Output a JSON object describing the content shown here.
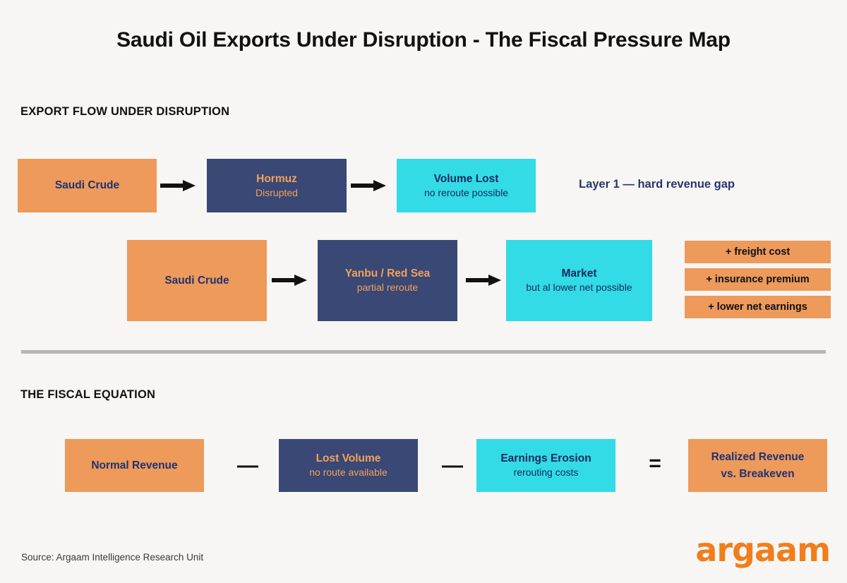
{
  "title": "Saudi Oil Exports Under Disruption - The Fiscal Pressure Map",
  "colors": {
    "background": "#f7f6f4",
    "orange": "#ed9a5b",
    "navy": "#394874",
    "cyan": "#32dbe5",
    "navy_text": "#1f3270",
    "orange_text": "#f2a15c",
    "divider": "#b5b5b5",
    "logo_orange": "#f07e1c"
  },
  "sections": {
    "export_flow": {
      "heading": "EXPORT FLOW UNDER DISRUPTION",
      "row1": {
        "boxes": [
          {
            "line1": "Saudi Crude",
            "line2": ""
          },
          {
            "line1": "Hormuz",
            "line2": "Disrupted"
          },
          {
            "line1": "Volume Lost",
            "line2": "no reroute possible"
          }
        ],
        "note": "Layer 1 — hard revenue gap"
      },
      "row2": {
        "boxes": [
          {
            "line1": "Saudi Crude",
            "line2": ""
          },
          {
            "line1": "Yanbu / Red Sea",
            "line2": "partial reroute"
          },
          {
            "line1": "Market",
            "line2": "but al lower net possible"
          }
        ],
        "costs": [
          "+ freight cost",
          "+ insurance premium",
          "+ lower net earnings"
        ]
      }
    },
    "fiscal_equation": {
      "heading": "THE FISCAL EQUATION",
      "terms": [
        {
          "line1": "Normal Revenue",
          "line2": ""
        },
        {
          "line1": "Lost Volume",
          "line2": "no route available"
        },
        {
          "line1": "Earnings Erosion",
          "line2": "rerouting costs"
        },
        {
          "line1": "Realized Revenue",
          "line2": "vs. Breakeven"
        }
      ],
      "operators": [
        "—",
        "—",
        "="
      ]
    }
  },
  "footer": {
    "source": "Source: Argaam Intelligence Research Unit",
    "logo": "argaam"
  }
}
